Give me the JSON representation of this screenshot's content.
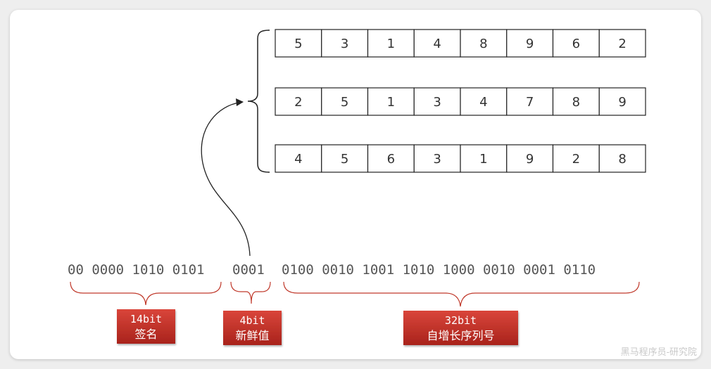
{
  "arrays": [
    [
      5,
      3,
      1,
      4,
      8,
      9,
      6,
      2
    ],
    [
      2,
      5,
      1,
      3,
      4,
      7,
      8,
      9
    ],
    [
      4,
      5,
      6,
      3,
      1,
      9,
      2,
      8
    ]
  ],
  "binary": {
    "signature": "00 0000 1010 0101",
    "freshness": "0001",
    "serial": "0100 0010 1001 1010 1000 0010 0001 0110"
  },
  "labels": {
    "signature": {
      "line1": "14bit",
      "line2": "签名"
    },
    "freshness": {
      "line1": "4bit",
      "line2": "新鲜值"
    },
    "serial": {
      "line1": "32bit",
      "line2": "自增长序列号"
    }
  },
  "colors": {
    "label_bg": "#c0392b",
    "brace": "#c0392b",
    "text": "#555555"
  },
  "watermark": "黑马程序员-研究院"
}
